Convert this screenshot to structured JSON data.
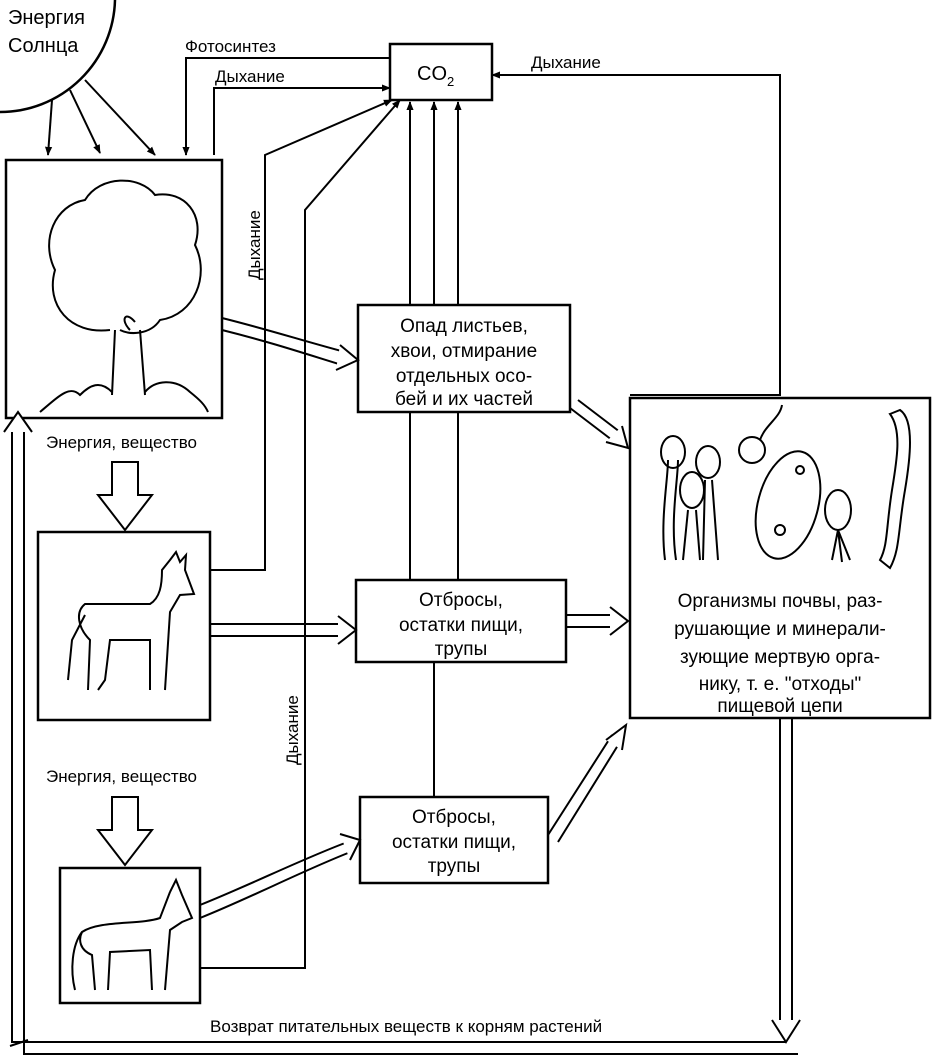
{
  "sun": {
    "label_line1": "Энергия",
    "label_line2": "Солнца"
  },
  "co2": {
    "base": "CO",
    "sub": "2"
  },
  "labels": {
    "photosynthesis": "Фотосинтез",
    "respiration_plant": "Дыхание",
    "respiration_soil": "Дыхание",
    "respiration_vertical_upper": "Дыхание",
    "respiration_vertical_lower": "Дыхание",
    "energy_matter_1": "Энергия, вещество",
    "energy_matter_2": "Энергия, вещество",
    "return_nutrients": "Возврат питательных веществ к корням растений"
  },
  "boxes": {
    "litter": [
      "Опад листьев,",
      "хвои, отмирание",
      "отдельных осо-",
      "бей и их частей"
    ],
    "waste1": [
      "Отбросы,",
      "остатки пищи,",
      "трупы"
    ],
    "waste2": [
      "Отбросы,",
      "остатки пищи,",
      "трупы"
    ],
    "soil": [
      "Организмы почвы, раз-",
      "рушающие и минерали-",
      "зующие мертвую орга-",
      "нику, т. е. \"отходы\"",
      "пищевой цепи"
    ]
  },
  "icons": [
    "sun-icon",
    "tree-icon",
    "deer-icon",
    "wolf-icon",
    "soil-organisms-icon"
  ]
}
